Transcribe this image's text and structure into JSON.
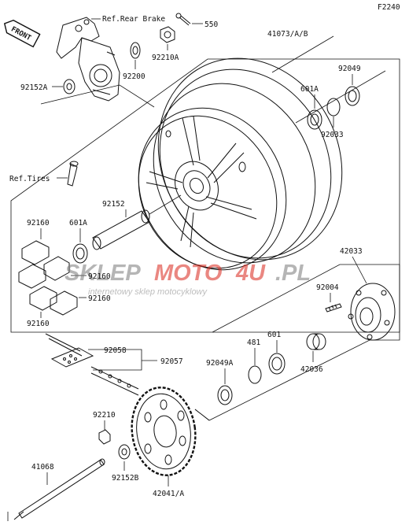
{
  "figure_code": "F2240",
  "front_badge": "FRONT",
  "refs": {
    "rear_brake": "Ref.Rear Brake",
    "tires": "Ref.Tires"
  },
  "watermark": {
    "brand_dark": "SKLEP",
    "brand_red": "MOTO",
    "brand_tail": ".PL",
    "brand_digits": "4U",
    "tagline": "internetowy sklep motocyklowy"
  },
  "parts": {
    "p550": "550",
    "p41073": "41073/A/B",
    "p92049": "92049",
    "p601a_top": "601A",
    "p92033": "92033",
    "p92152a": "92152A",
    "p92200": "92200",
    "p92210a": "92210A",
    "p92160_a": "92160",
    "p601a_left": "601A",
    "p92152": "92152",
    "p92160_b": "92160",
    "p92160_c": "92160",
    "p92160_d": "92160",
    "p42033": "42033",
    "p92004": "92004",
    "p92058": "92058",
    "p92057": "92057",
    "p481": "481",
    "p601": "601",
    "p92049a": "92049A",
    "p42036": "42036",
    "p92210": "92210",
    "p41068": "41068",
    "p92152b": "92152B",
    "p42041": "42041/A"
  }
}
